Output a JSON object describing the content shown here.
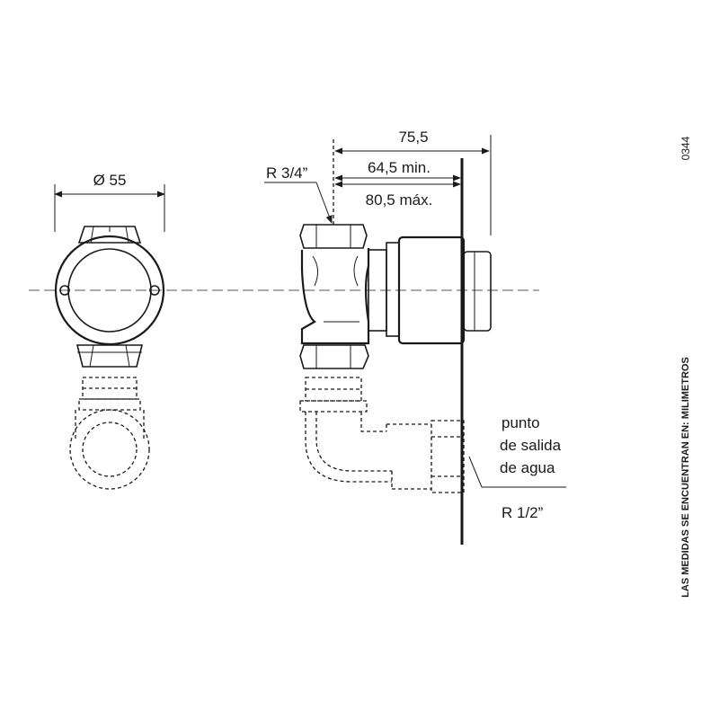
{
  "dimensions": {
    "diameter": "Ø 55",
    "overall": "75,5",
    "min": "64,5 min.",
    "max": "80,5 máx.",
    "inlet_thread": "R 3/4”",
    "outlet_thread": "R 1/2”"
  },
  "outlet_label": {
    "line1": "punto",
    "line2": "de salida",
    "line3": "de agua"
  },
  "drawing_code": "0344",
  "units_note": "LAS MEDIDAS SE ENCUENTRAN EN: MILIMETROS"
}
